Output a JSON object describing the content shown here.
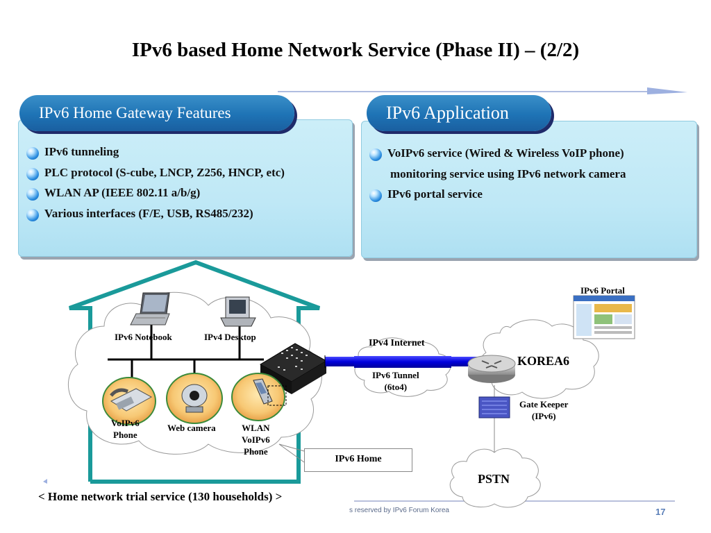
{
  "title": "IPv6 based Home Network Service (Phase II) – (2/2)",
  "left_panel": {
    "header": "IPv6 Home Gateway Features",
    "items": [
      "IPv6 tunneling",
      "PLC protocol (S-cube, LNCP, Z256, HNCP, etc)",
      "WLAN AP (IEEE 802.11 a/b/g)",
      "Various interfaces (F/E, USB, RS485/232)"
    ]
  },
  "right_panel": {
    "header": "IPv6 Application",
    "items": [
      "VoIPv6 service (Wired & Wireless VoIP phone)",
      "monitoring service using IPv6 network camera",
      "IPv6 portal service"
    ]
  },
  "diagram": {
    "ipv6_notebook": "IPv6 Notebook",
    "ipv4_desktop": "IPv4 Desktop",
    "voipv6_phone": [
      "VoIPv6",
      "Phone"
    ],
    "web_camera": "Web camera",
    "wlan_phone": [
      "WLAN",
      "VoIPv6",
      "Phone"
    ],
    "ipv4_internet": "IPv4 Internet",
    "ipv6_tunnel": [
      "IPv6 Tunnel",
      "(6to4)"
    ],
    "korea6": "KOREA6",
    "ipv6_portal": "IPv6 Portal",
    "gate_keeper": [
      "Gate Keeper",
      "(IPv6)"
    ],
    "pstn": "PSTN",
    "ipv6_home": "IPv6 Home"
  },
  "caption": "< Home network trial service (130 households) >",
  "footer": "s reserved by IPv6 Forum Korea",
  "page_number": "17",
  "colors": {
    "pill_blue": "#1e73b5",
    "panel_light": "#c6ebf7",
    "house_outline": "#1a9a9a",
    "tunnel_blue": "#1010ee"
  }
}
